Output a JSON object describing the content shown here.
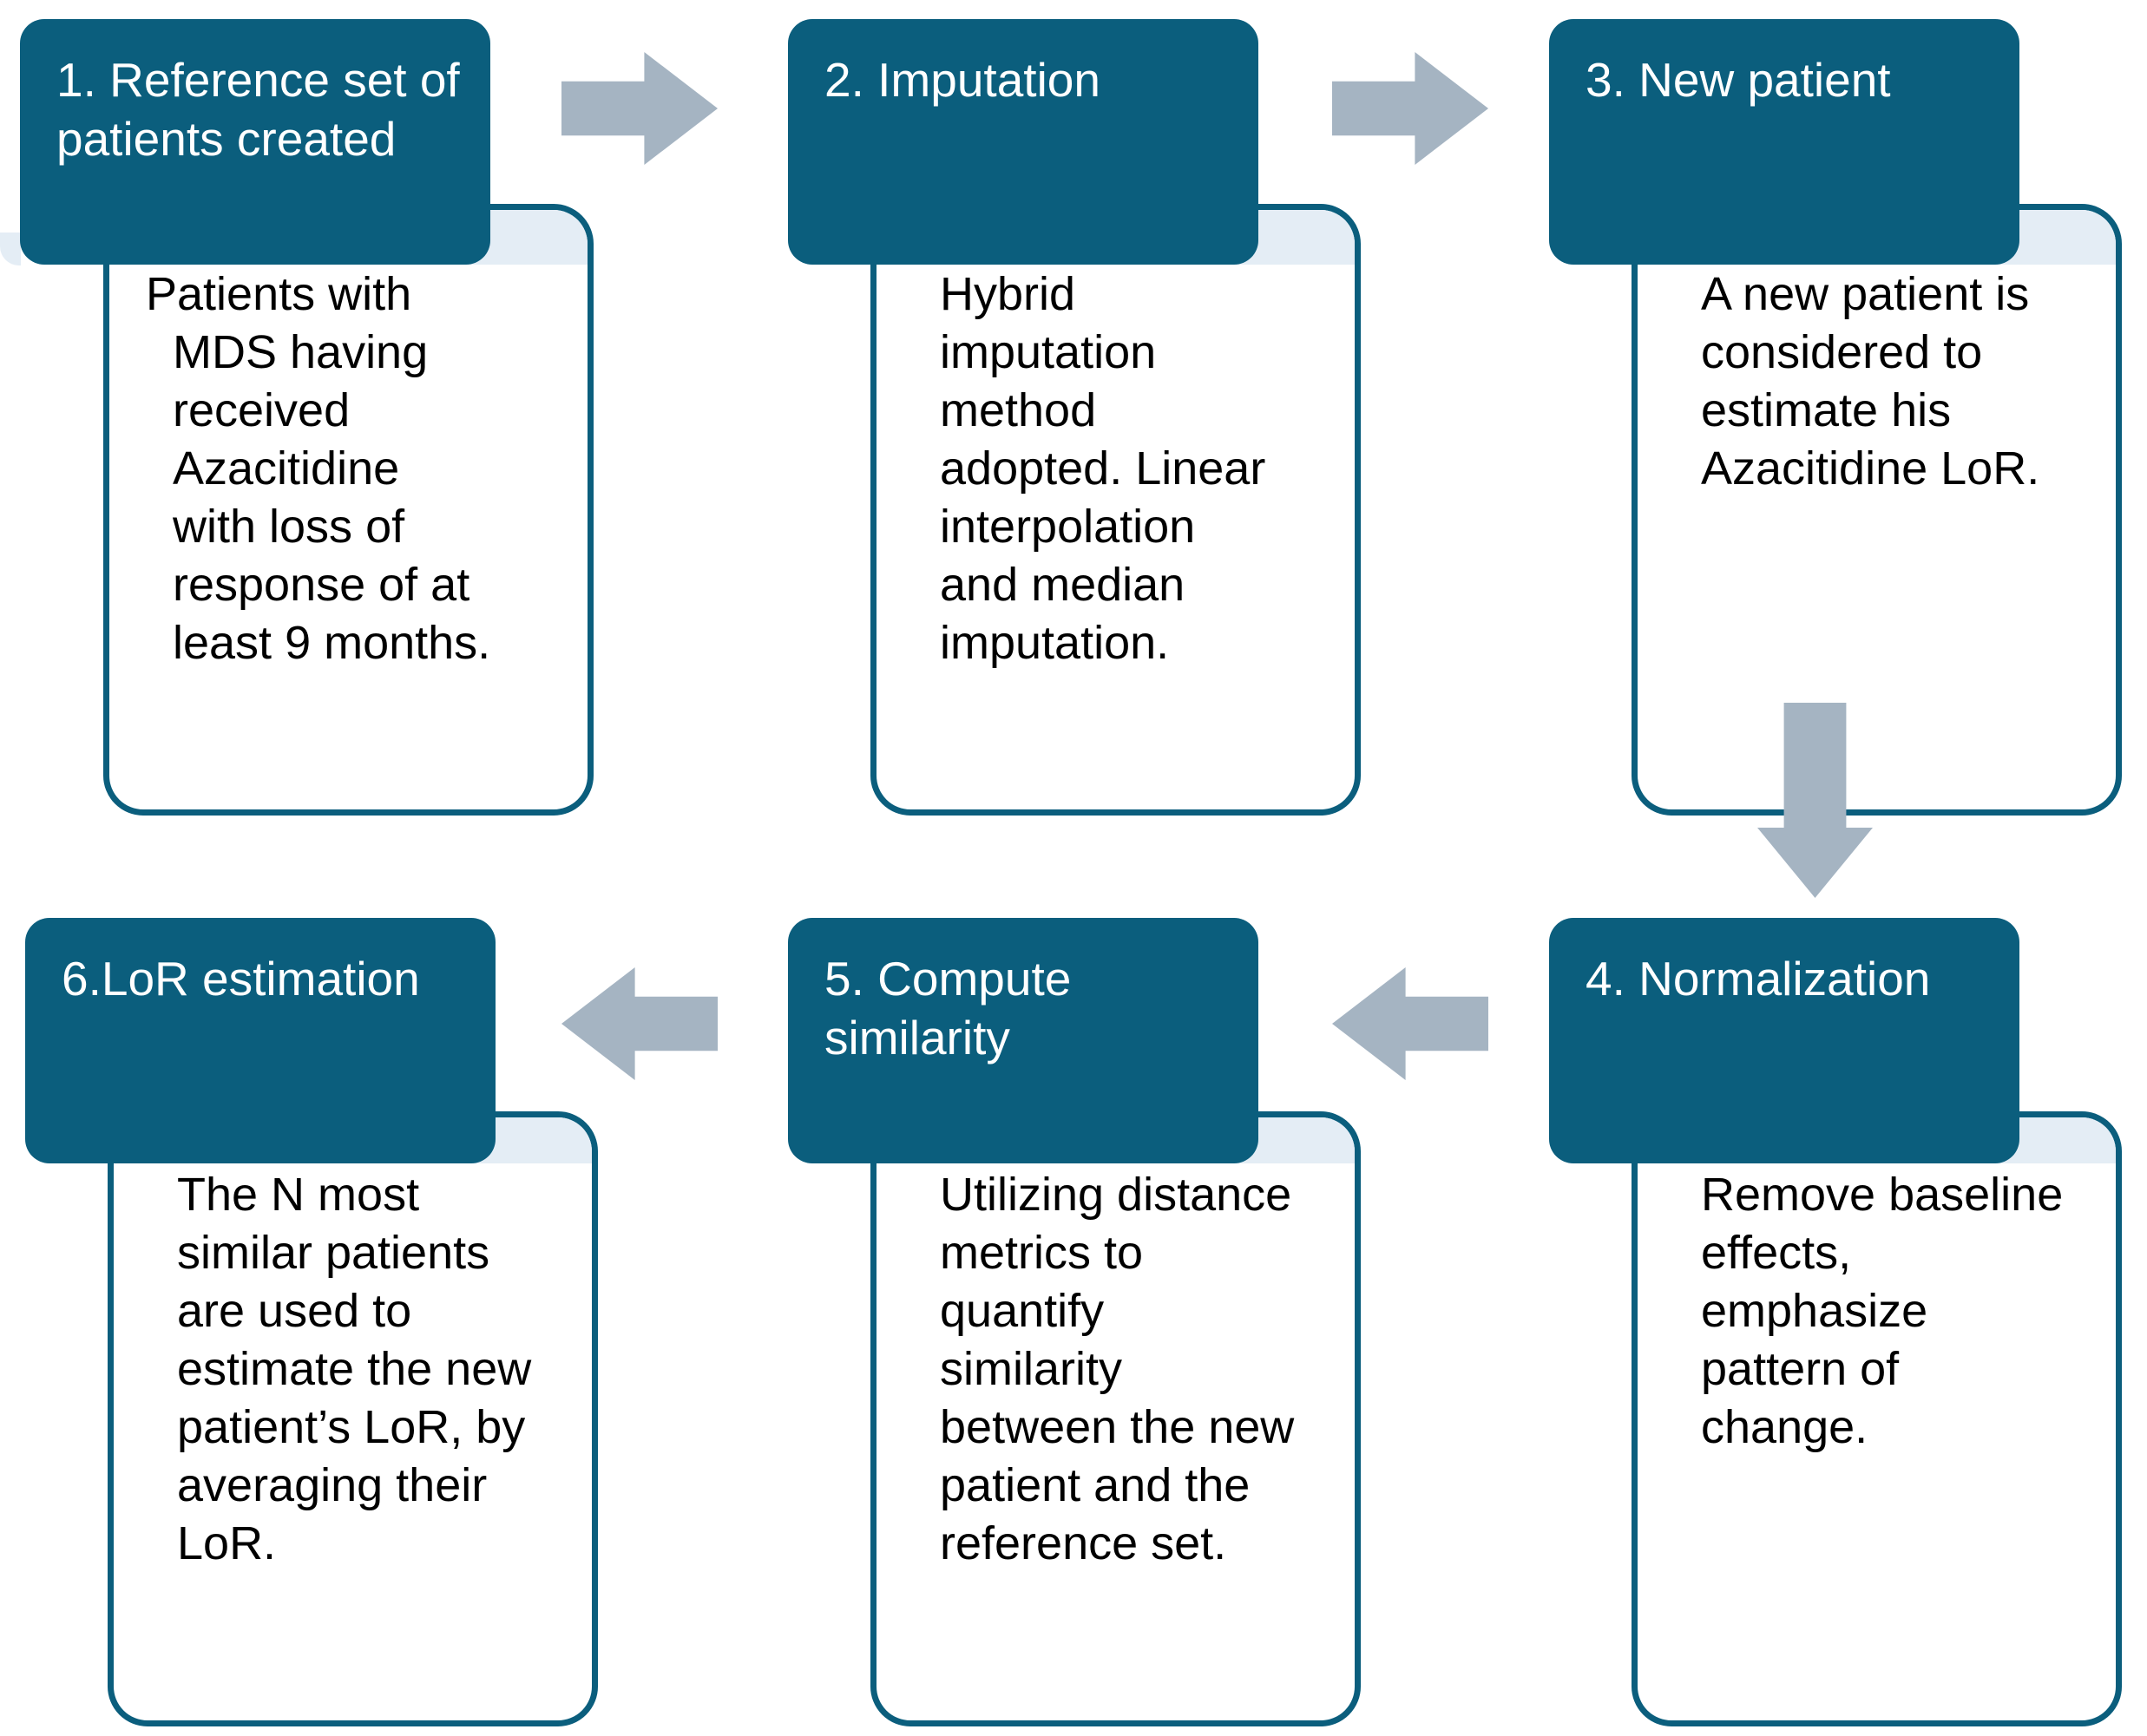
{
  "colors": {
    "header_bg": "#0b5e7d",
    "body_border": "#0b5e7d",
    "band_bg": "#e4edf5",
    "arrow": "#a5b4c2",
    "header_text": "#ffffff",
    "body_text": "#000000",
    "background": "#ffffff"
  },
  "steps": [
    {
      "title": "1. Reference set of\npatients created",
      "body": "Patients with\nMDS having\nreceived\nAzacitidine\nwith loss of\nresponse of at\nleast 9 months."
    },
    {
      "title": "2. Imputation",
      "body": "Hybrid\nimputation\nmethod\nadopted. Linear\ninterpolation\nand median\nimputation."
    },
    {
      "title": "3. New patient",
      "body": "A new patient is\nconsidered to\nestimate his\nAzacitidine LoR."
    },
    {
      "title": "4. Normalization",
      "body": "Remove baseline\neffects,\nemphasize\npattern of\nchange."
    },
    {
      "title": "5. Compute\nsimilarity",
      "body": "Utilizing distance\nmetrics to\nquantify\nsimilarity\nbetween the new\npatient and the\nreference set."
    },
    {
      "title": "6.LoR estimation",
      "body": "The N most\nsimilar patients\nare used to\nestimate the new\npatient’s LoR, by\naveraging their\nLoR."
    }
  ],
  "arrows": [
    {
      "direction": "right",
      "from": "step-1",
      "to": "step-2"
    },
    {
      "direction": "right",
      "from": "step-2",
      "to": "step-3"
    },
    {
      "direction": "down",
      "from": "step-3",
      "to": "step-4"
    },
    {
      "direction": "left",
      "from": "step-4",
      "to": "step-5"
    },
    {
      "direction": "left",
      "from": "step-5",
      "to": "step-6"
    }
  ]
}
